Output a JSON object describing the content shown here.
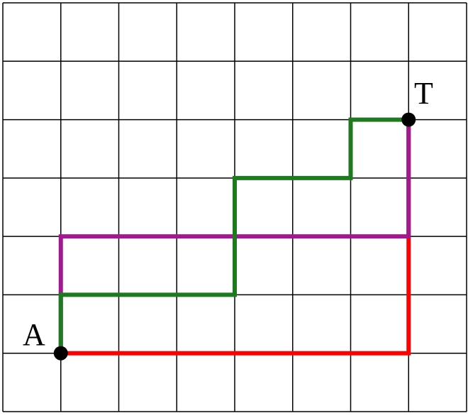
{
  "grid": {
    "columns": 8,
    "rows": 7,
    "line_color": "#000000",
    "background": "#ffffff"
  },
  "points": [
    {
      "id": "A",
      "label": "A",
      "col": 1,
      "row": 6
    },
    {
      "id": "T",
      "label": "T",
      "col": 7,
      "row": 2
    }
  ],
  "paths": [
    {
      "name": "red-path",
      "color": "#ff0000",
      "nodes": [
        [
          1,
          6
        ],
        [
          7,
          6
        ],
        [
          7,
          2
        ]
      ]
    },
    {
      "name": "purple-path",
      "color": "#a0198f",
      "nodes": [
        [
          1,
          6
        ],
        [
          1,
          4
        ],
        [
          7,
          4
        ],
        [
          7,
          2
        ]
      ]
    },
    {
      "name": "green-path",
      "color": "#1e7a1e",
      "nodes": [
        [
          1,
          6
        ],
        [
          1,
          5
        ],
        [
          4,
          5
        ],
        [
          4,
          3
        ],
        [
          6,
          3
        ],
        [
          6,
          2
        ],
        [
          7,
          2
        ]
      ]
    }
  ]
}
